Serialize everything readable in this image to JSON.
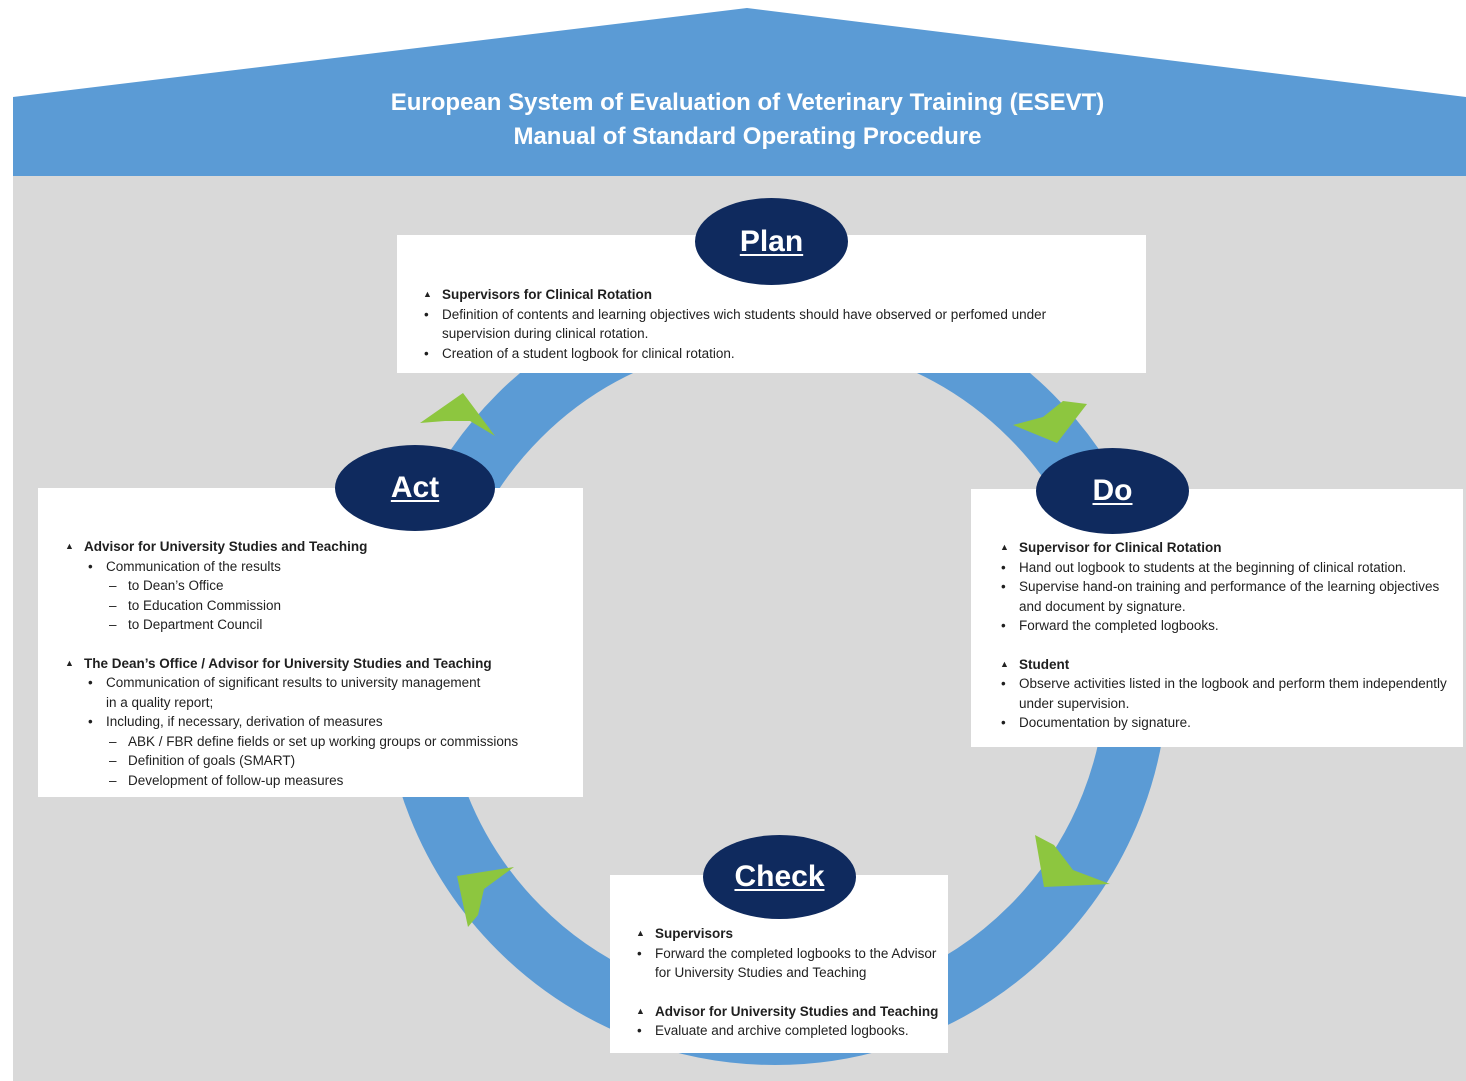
{
  "header": {
    "title_line1": "European System of Evaluation of Veterinary Training (ESEVT)",
    "title_line2": "Manual of Standard Operating Procedure"
  },
  "colors": {
    "roof": "#5b9bd5",
    "background": "#d9d9d9",
    "ring": "#5b9bd5",
    "arrows": "#8dc63f",
    "oval": "#0f2a5e"
  },
  "plan": {
    "label": "Plan",
    "role": "Supervisors for Clinical Rotation",
    "bullets": [
      "Definition of contents and learning objectives wich students should have observed or perfomed under supervision during clinical rotation.",
      "Creation of a student logbook for clinical rotation."
    ]
  },
  "do": {
    "label": "Do",
    "role1": "Supervisor for Clinical Rotation",
    "role1_bullets": [
      "Hand out logbook to students at the beginning of clinical rotation.",
      "Supervise hand-on training and performance of the learning objectives and document by signature.",
      "Forward the completed logbooks."
    ],
    "role2": "Student",
    "role2_bullets": [
      "Observe activities listed in the logbook and perform them independently under supervision.",
      "Documentation by signature."
    ]
  },
  "check": {
    "label": "Check",
    "role1": "Supervisors",
    "role1_bullets": [
      "Forward the completed logbooks to the Advisor for University Studies and Teaching"
    ],
    "role2": "Advisor for University Studies and Teaching",
    "role2_bullets": [
      "Evaluate and archive completed logbooks."
    ]
  },
  "act": {
    "label": "Act",
    "role1": "Advisor for University Studies and Teaching",
    "role1_bullet": "Communication of the results",
    "role1_subs": [
      "to Dean’s Office",
      "to Education Commission",
      "to Department Council"
    ],
    "role2": "The Dean’s Office / Advisor for University Studies and Teaching",
    "role2_bullet1": "Communication of significant results to university management",
    "role2_bullet1_cont": "in a quality report;",
    "role2_bullet2": "Including, if necessary, derivation of measures",
    "role2_subs": [
      "ABK / FBR define fields or set up working groups or commissions",
      "Definition of goals (SMART)",
      "Development of follow-up measures"
    ]
  }
}
